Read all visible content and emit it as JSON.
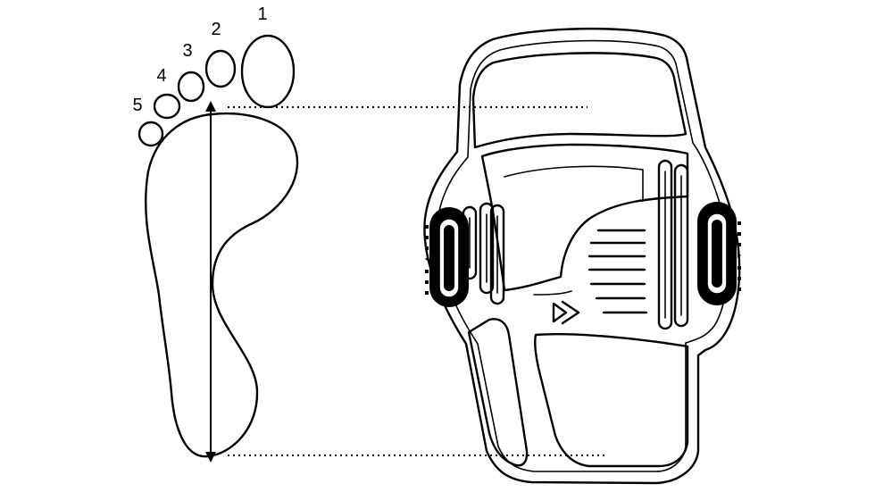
{
  "toe_labels": [
    "1",
    "2",
    "3",
    "4",
    "5"
  ],
  "colors": {
    "line": "#000000",
    "background": "#ffffff",
    "strap_fill": "#000000"
  },
  "icons": [
    "foot-outline-icon",
    "footpad-icon",
    "brand-logo-icon",
    "measure-arrow-icon"
  ]
}
